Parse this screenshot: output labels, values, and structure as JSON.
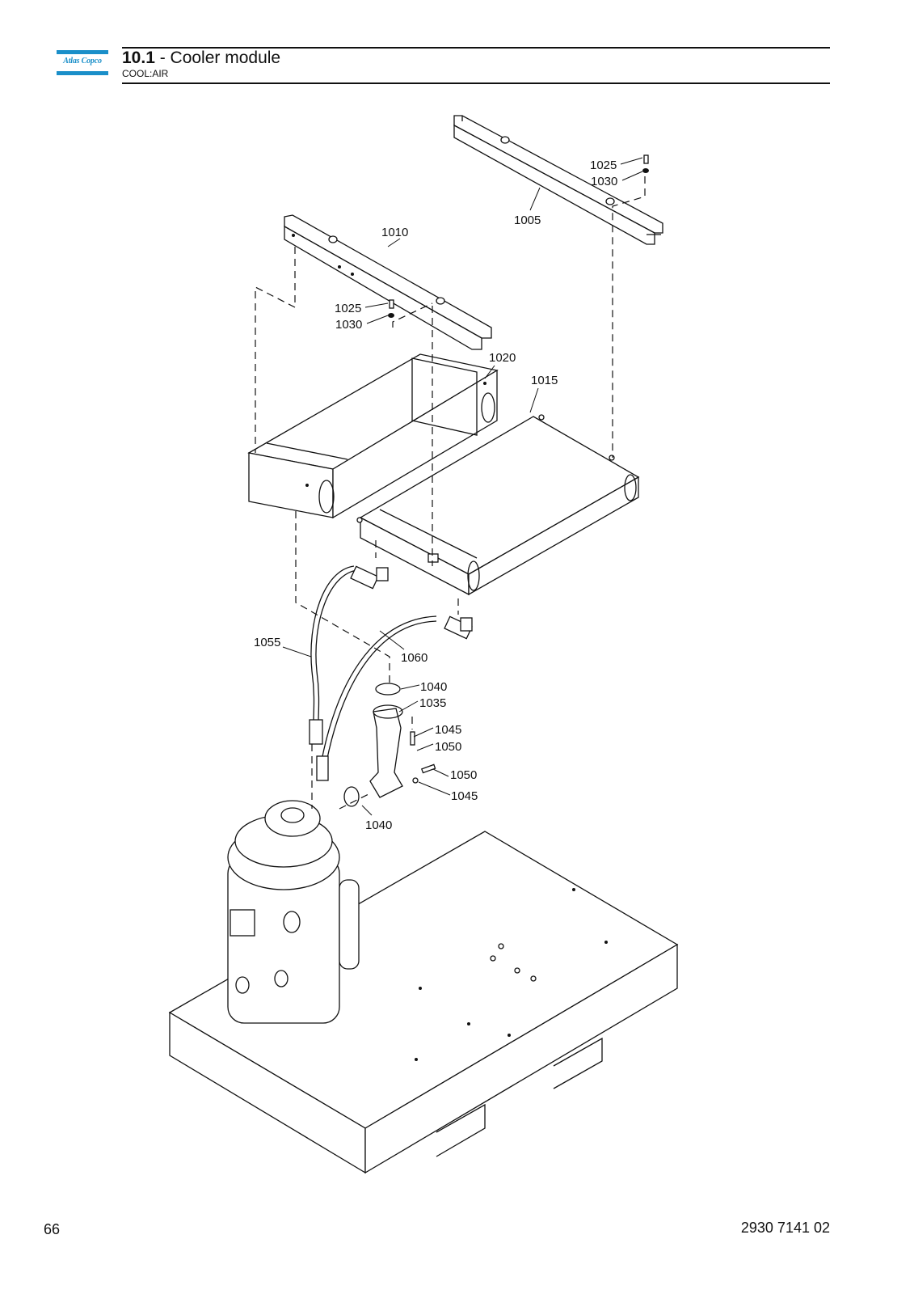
{
  "header": {
    "logo_text": "Atlas Copco",
    "section_number": "10.1",
    "section_title": " - Cooler module",
    "subtitle": "COOL:AIR"
  },
  "footer": {
    "page_number": "66",
    "document_number": "2930 7141 02"
  },
  "callouts": [
    "1025",
    "1030",
    "1005",
    "1010",
    "1025",
    "1030",
    "1020",
    "1015",
    "1055",
    "1060",
    "1040",
    "1035",
    "1045",
    "1050",
    "1050",
    "1045",
    "1040"
  ]
}
